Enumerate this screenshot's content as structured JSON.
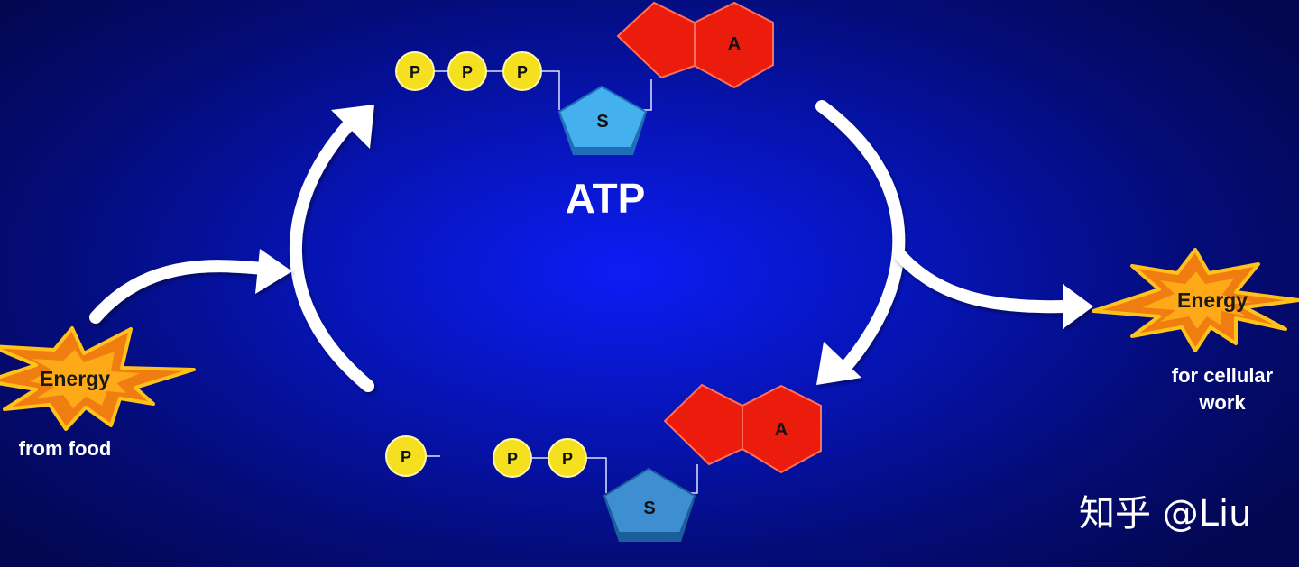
{
  "diagram": {
    "atp_label": "ATP",
    "phosphate_label": "P",
    "sugar_label": "S",
    "adenine_label": "A",
    "energy_in": {
      "label": "Energy",
      "caption": "from food"
    },
    "energy_out": {
      "label": "Energy",
      "caption_line1": "for cellular",
      "caption_line2": "work"
    },
    "watermark": "知乎 @Liu"
  },
  "colors": {
    "background": "#0614b4",
    "arrow": "#ffffff",
    "phosphate": "#f5e020",
    "sugar": "#45b0ee",
    "adenine": "#ec1c0c",
    "burst_outer": "#f07d10",
    "burst_inner": "#ffc21a"
  },
  "icons": [
    "cycle-arrow-up-icon",
    "cycle-arrow-down-icon",
    "energy-burst-icon"
  ]
}
